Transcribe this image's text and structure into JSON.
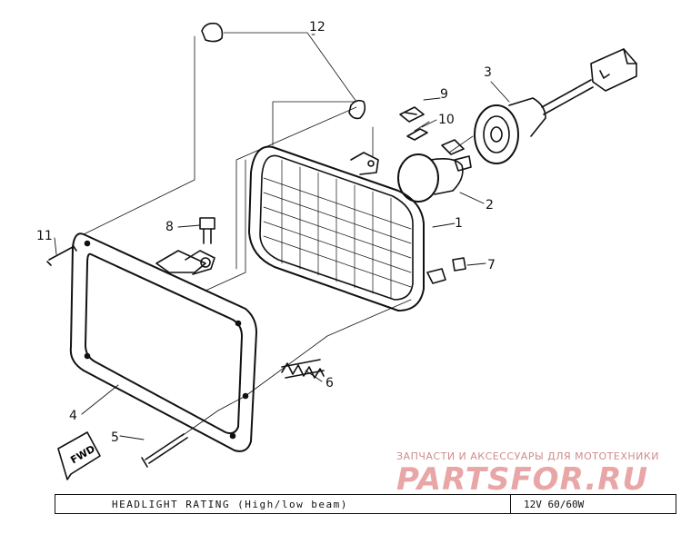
{
  "callouts": [
    {
      "id": "c1",
      "label": "1"
    },
    {
      "id": "c2",
      "label": "2"
    },
    {
      "id": "c3",
      "label": "3"
    },
    {
      "id": "c4",
      "label": "4"
    },
    {
      "id": "c5",
      "label": "5"
    },
    {
      "id": "c6",
      "label": "6"
    },
    {
      "id": "c7",
      "label": "7"
    },
    {
      "id": "c8",
      "label": "8"
    },
    {
      "id": "c9",
      "label": "9"
    },
    {
      "id": "c10",
      "label": "10"
    },
    {
      "id": "c11",
      "label": "11"
    },
    {
      "id": "c12",
      "label": "12"
    }
  ],
  "fwd_label": "FWD",
  "watermark": {
    "subtitle": "ЗАПЧАСТИ И АКСЕССУАРЫ ДЛЯ МОТОТЕХНИКИ",
    "logo": "PARTSFOR.RU"
  },
  "rating": {
    "label": "HEADLIGHT RATING (High/low beam)",
    "value": "12V 60/60W"
  },
  "colors": {
    "ink": "#111111",
    "watermark": "#e8a6a6"
  }
}
